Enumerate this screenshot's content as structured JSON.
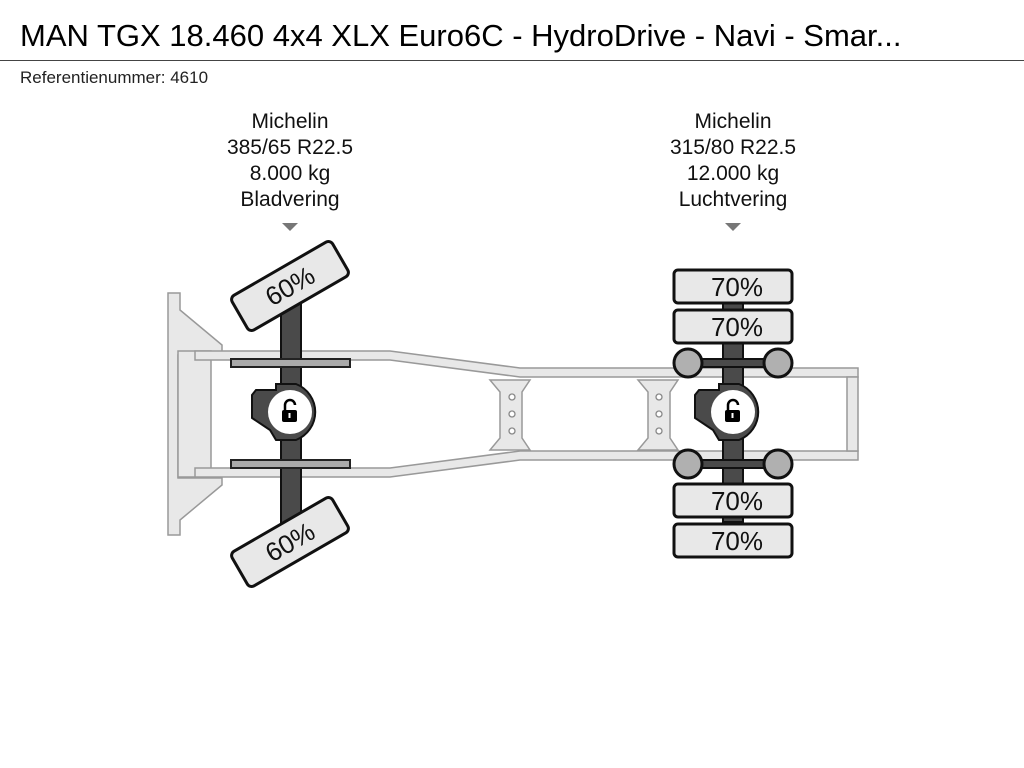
{
  "title": "MAN TGX 18.460 4x4 XLX Euro6C - HydroDrive - Navi - Smar...",
  "reference": "Referentienummer: 4610",
  "axles": [
    {
      "brand": "Michelin",
      "tire_size": "385/65 R22.5",
      "capacity": "8.000 kg",
      "suspension": "Bladvering",
      "tires": [
        {
          "label": "60%",
          "tread": 0.6
        },
        {
          "label": "60%",
          "tread": 0.6
        }
      ],
      "diff_lock": "unlocked"
    },
    {
      "brand": "Michelin",
      "tire_size": "315/80 R22.5",
      "capacity": "12.000 kg",
      "suspension": "Luchtvering",
      "tires": [
        {
          "label": "70%",
          "tread": 0.7
        },
        {
          "label": "70%",
          "tread": 0.7
        },
        {
          "label": "70%",
          "tread": 0.7
        },
        {
          "label": "70%",
          "tread": 0.7
        }
      ],
      "diff_lock": "unlocked"
    }
  ],
  "colors": {
    "frame": "#e6e6e6",
    "axle": "#4a4a4a",
    "tire": "#e8e8e8",
    "airbag": "#b0b0b0"
  }
}
